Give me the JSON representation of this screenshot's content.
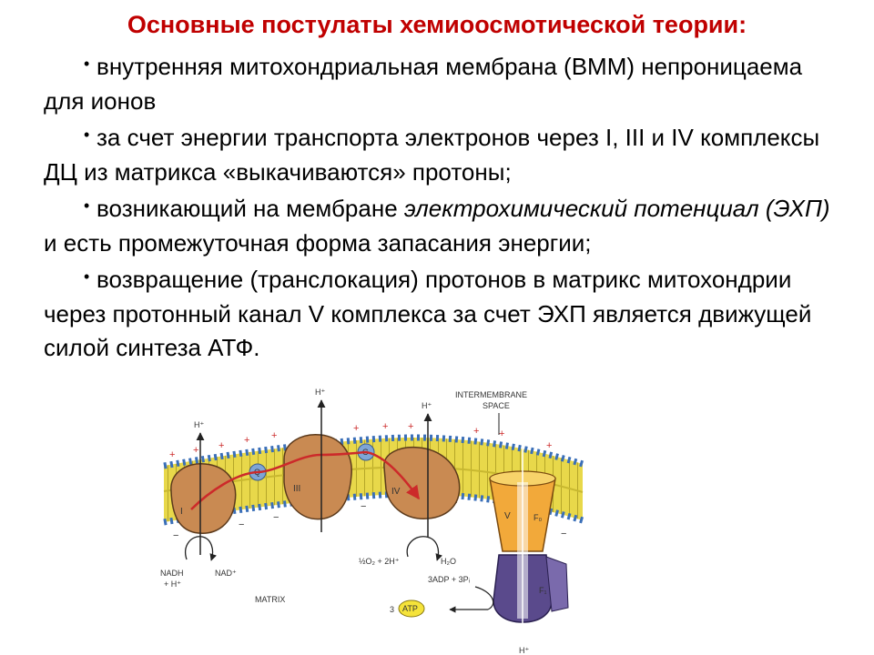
{
  "slide": {
    "title": "Основные постулаты хемиоосмотической теории:",
    "bullet_symbol": "•",
    "points": [
      {
        "text": "внутренняя митохондриальная мембрана (ВММ) непроницаема для ионов"
      },
      {
        "text": "за счет энергии транспорта электронов через I, III и IV комплексы ДЦ из матрикса «выкачиваются»   протоны;"
      },
      {
        "pre": "возникающий на мембране ",
        "em": "электрохимический потенциал (ЭХП)",
        "post": " и есть промежуточная форма запасания энергии;"
      },
      {
        "text": "возвращение (транслокация) протонов в матрикс митохондрии через протонный канал V комплекса за счет ЭХП является движущей силой синтеза АТФ."
      }
    ]
  },
  "diagram": {
    "intermembrane_label_1": "INTERMEMBRANE",
    "intermembrane_label_2": "SPACE",
    "matrix_label": "MATRIX",
    "h_plus": "H⁺",
    "complex_labels": [
      "I",
      "III",
      "IV",
      "V",
      "F₀",
      "F₁"
    ],
    "carrier_labels": [
      "Q",
      "C"
    ],
    "nadh_1": "NADH",
    "nadh_2": "+ H⁺",
    "nad_plus": "NAD⁺",
    "oxygen_reaction": "½O₂ + 2H⁺",
    "water": "H₂O",
    "adp_reaction": "3ADP + 3Pᵢ",
    "atp_count": "3",
    "atp_label": "ATP",
    "plus_sign": "+",
    "minus_sign": "−"
  }
}
